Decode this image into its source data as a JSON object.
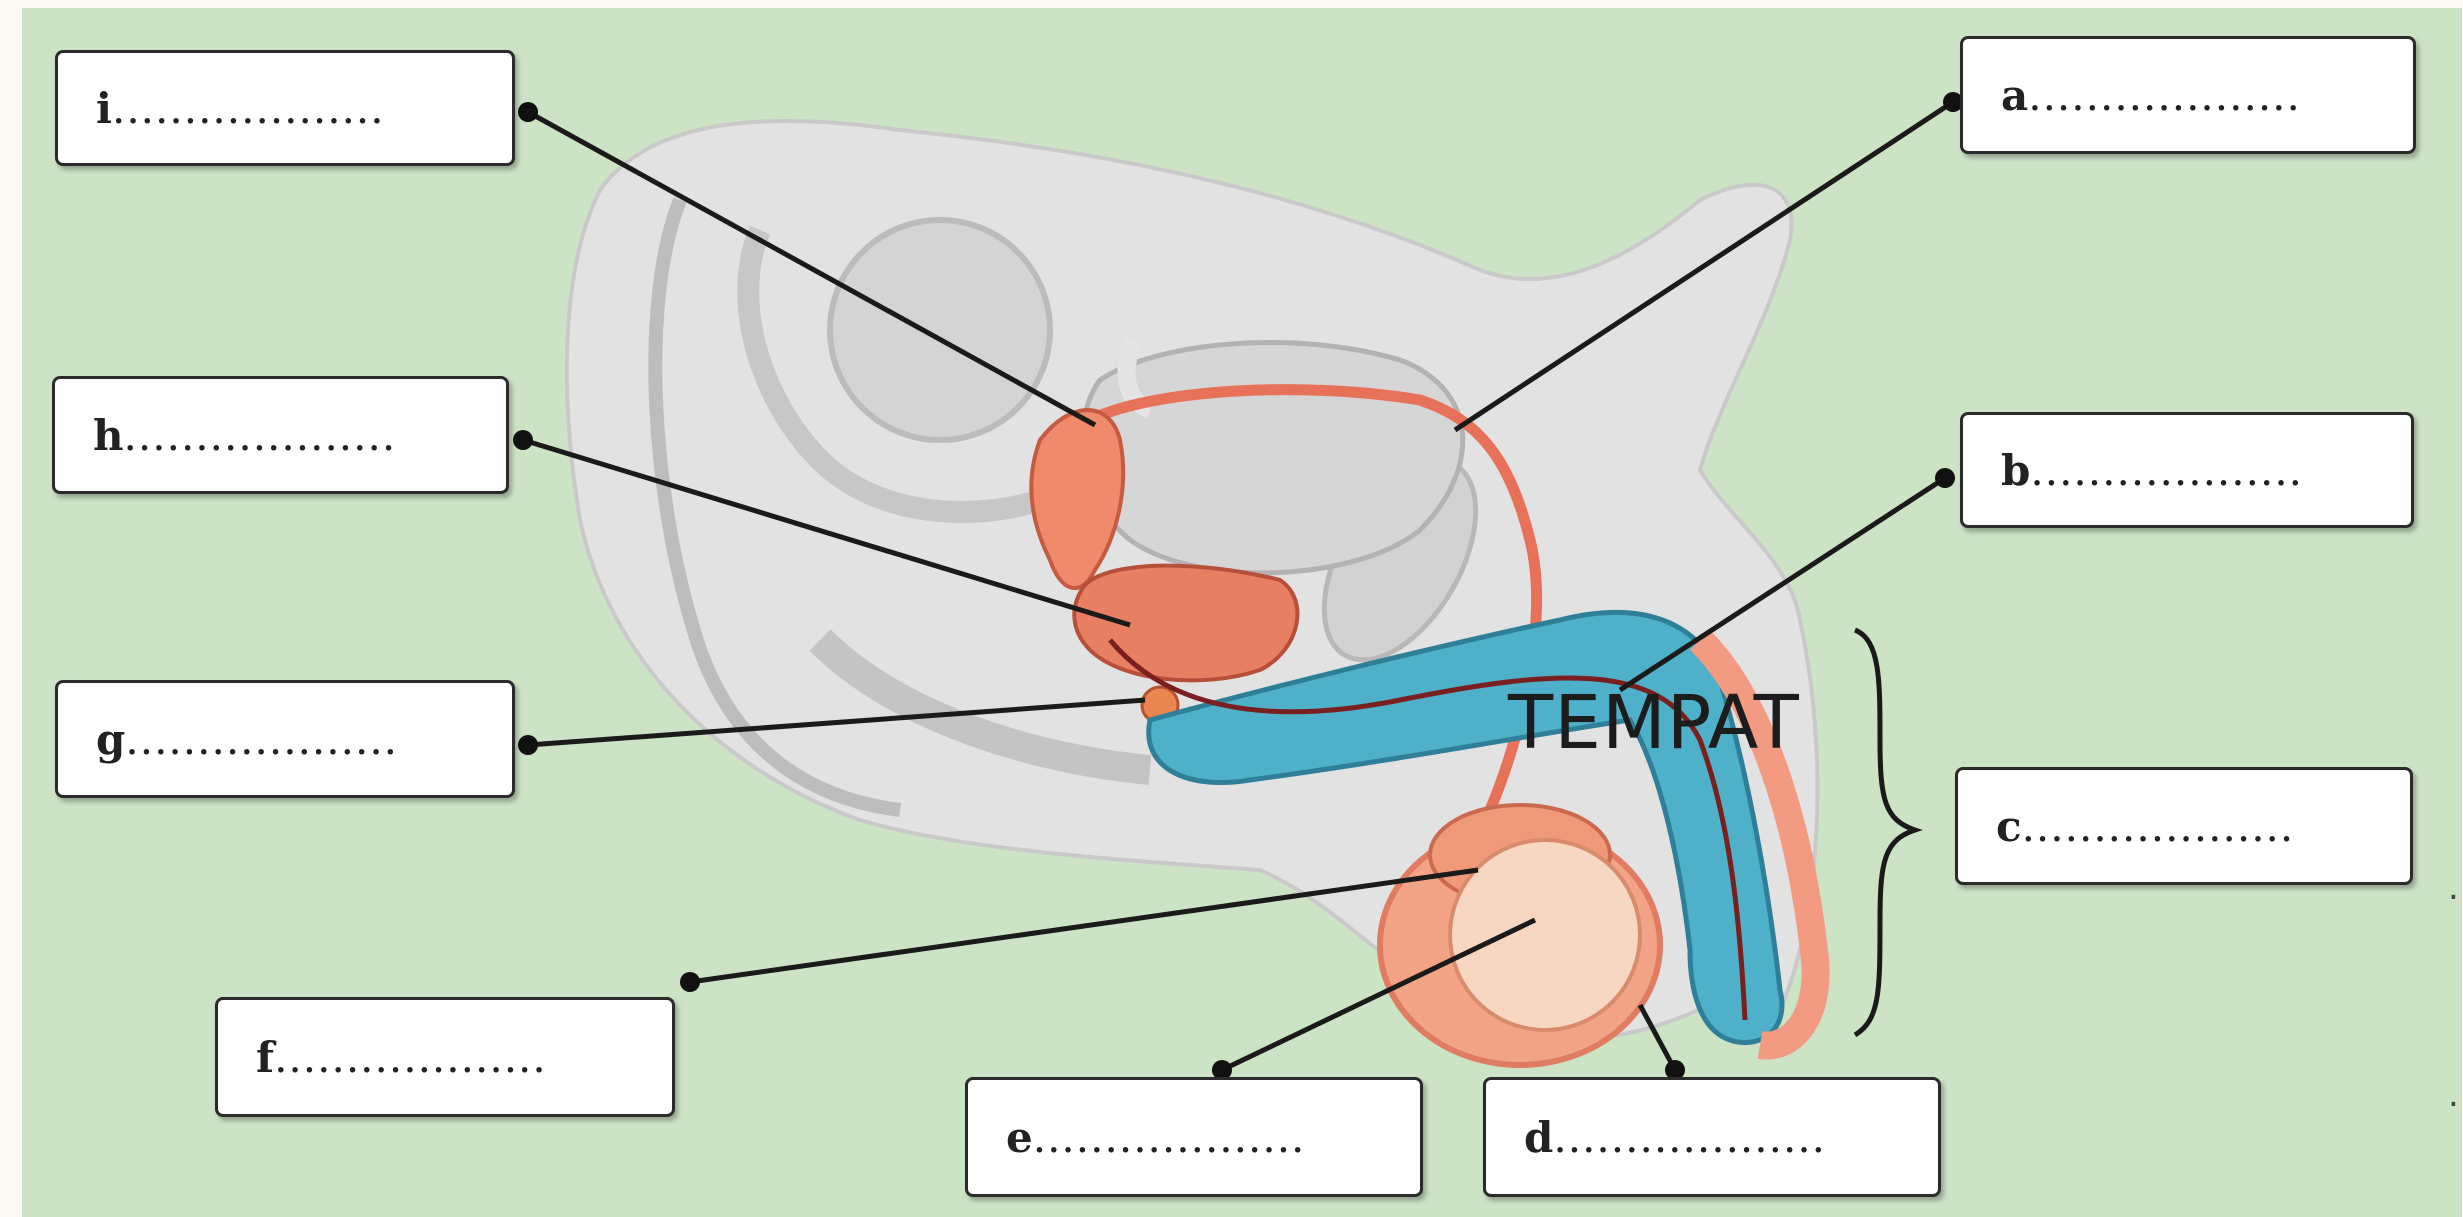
{
  "labels": {
    "i": "i",
    "h": "h",
    "g": "g",
    "f": "f",
    "e": "e",
    "d": "d",
    "c": "c",
    "b": "b",
    "a": "a"
  },
  "blank": "...................",
  "stamp_text": "TEMPAT",
  "edge_marks": [
    ".",
    "."
  ],
  "colors": {
    "background": "#cde3c6",
    "body_shadow": "#d9d9d9",
    "organ_orange": "#f08a6c",
    "erectile_blue": "#4aa8c4",
    "leader_line": "#1a1a1a"
  }
}
